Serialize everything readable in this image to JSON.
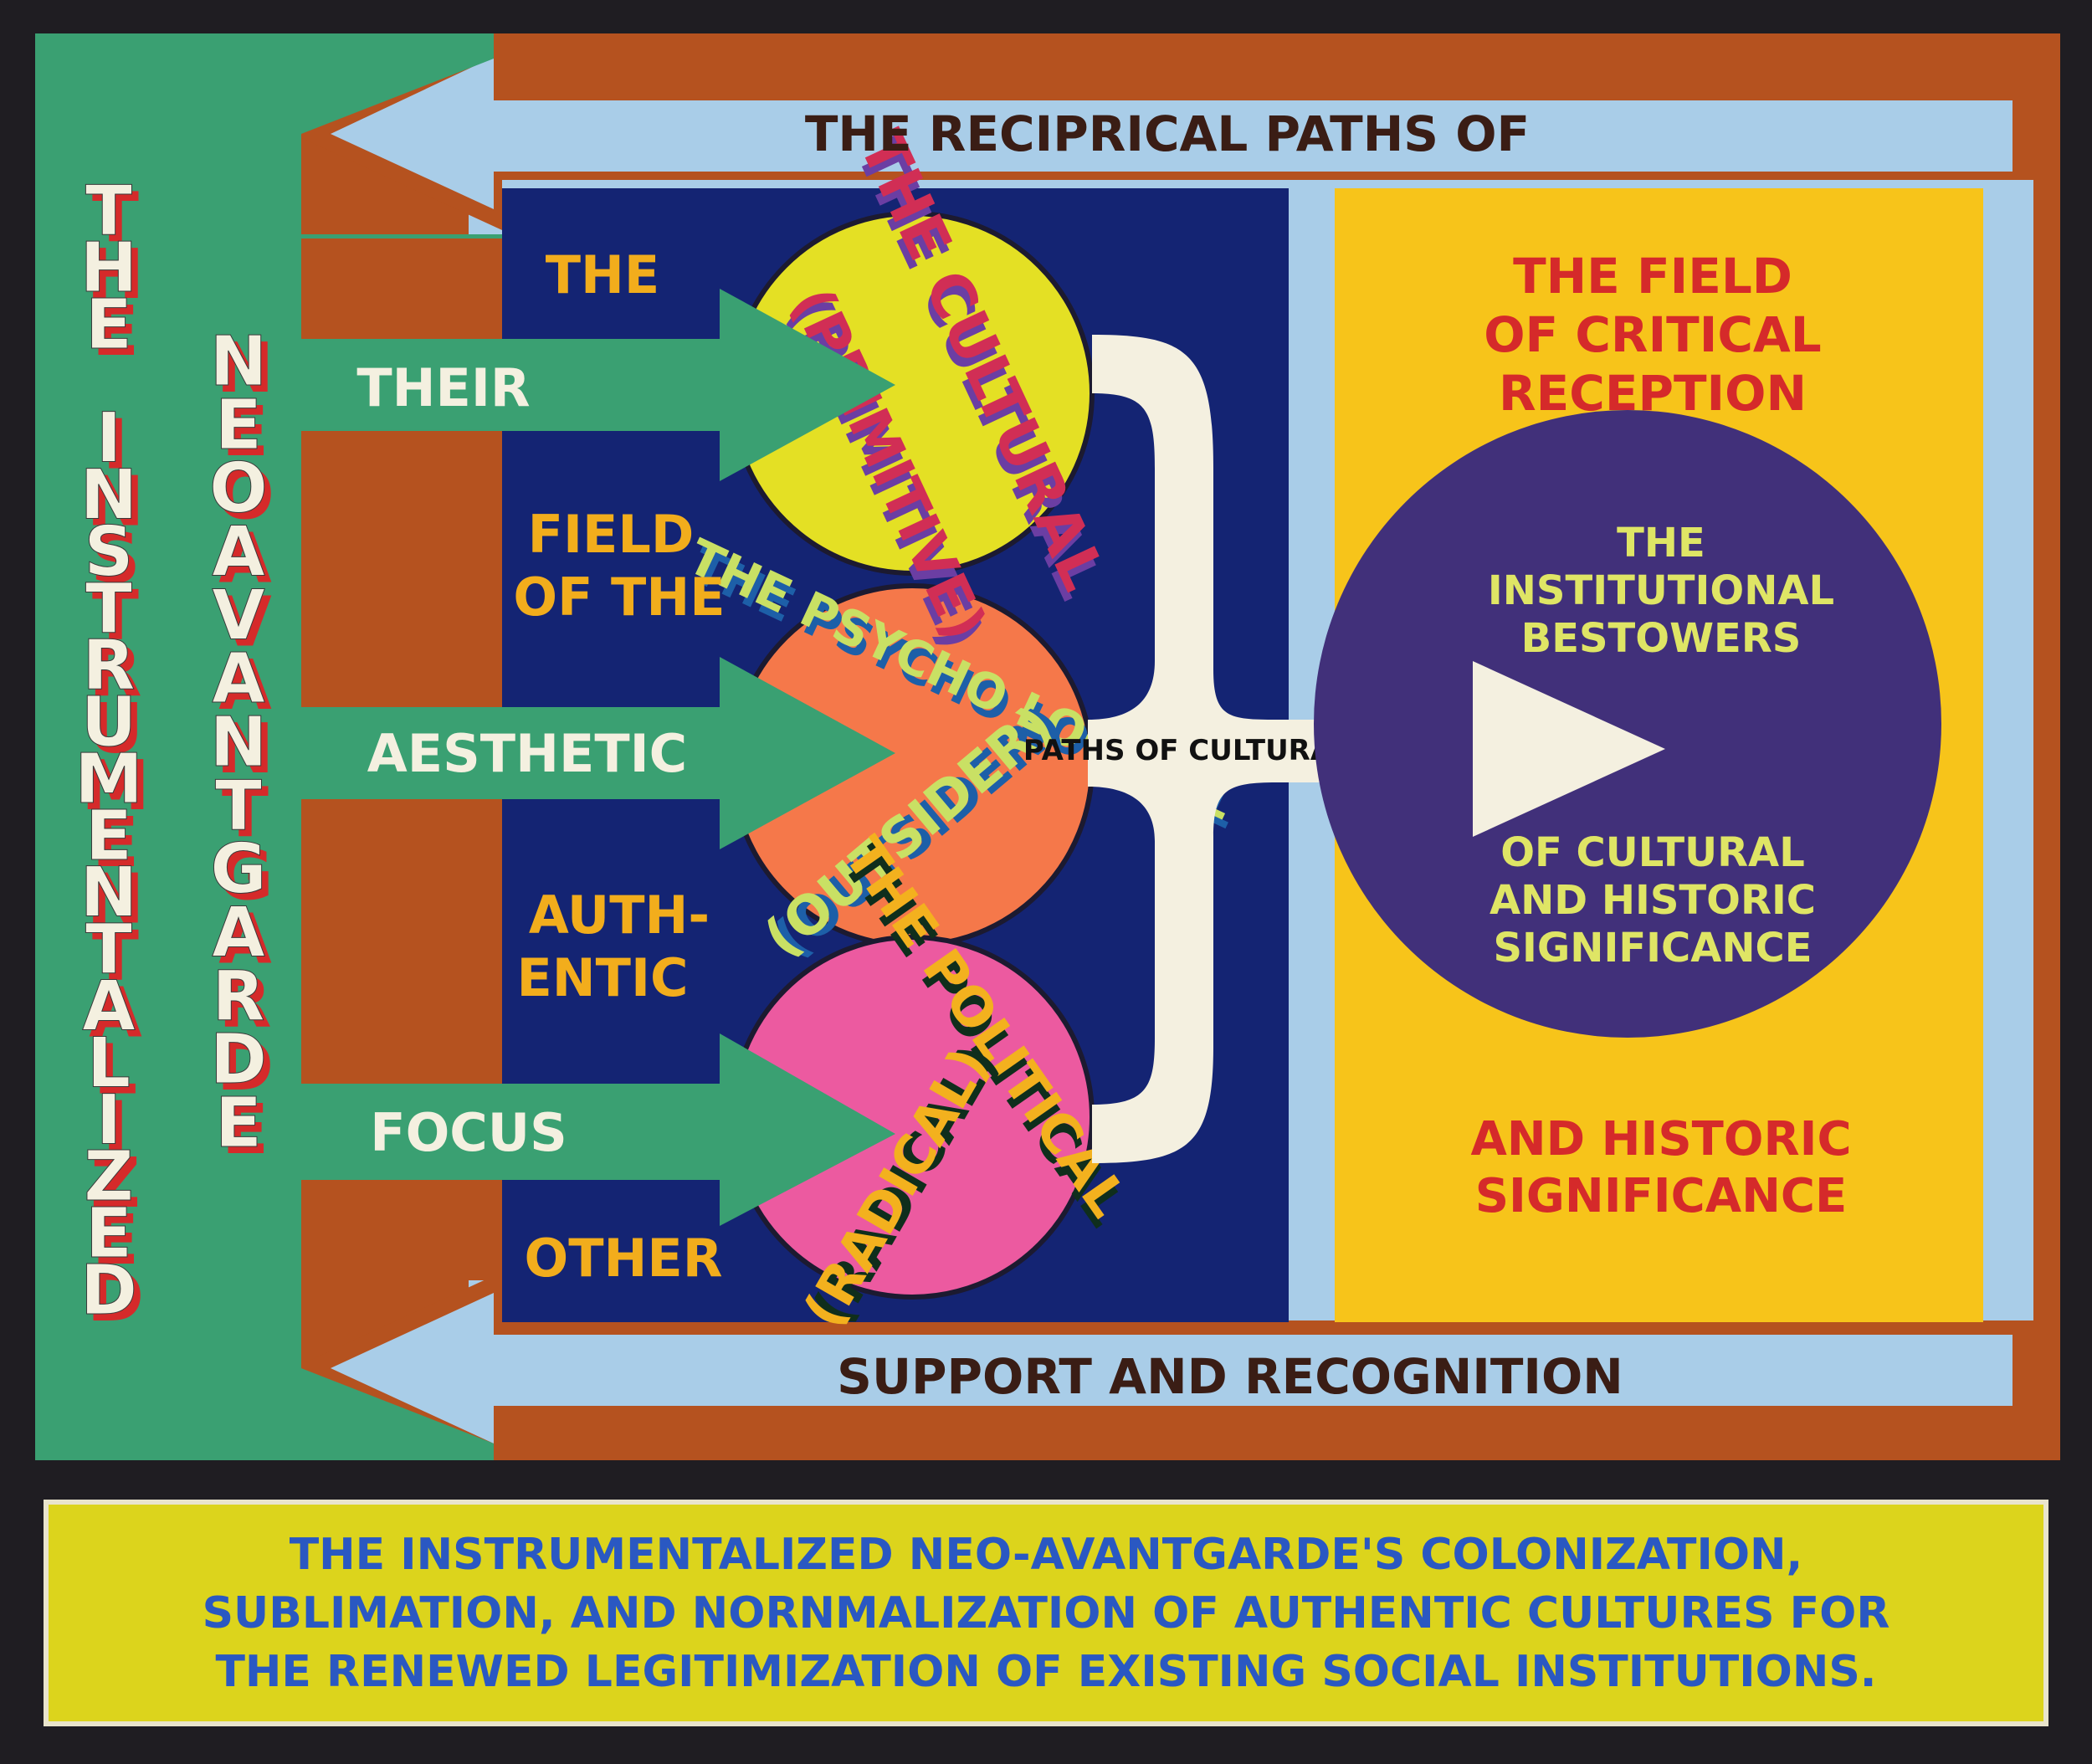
{
  "painting": {
    "left_vertical": {
      "outer": "THE INSTRUMENTALIZED",
      "inner": "NEOAVANTGARDE"
    },
    "top_banner": "THE RECIPRICAL PATHS OF",
    "bottom_banner": "SUPPORT AND RECOGNITION",
    "arrow_labels": [
      "THEIR",
      "AESTHETIC",
      "FOCUS"
    ],
    "column_text": {
      "line1": "THE",
      "line2a": "FIELD",
      "line2b": "OF THE",
      "line3a": "AUTH-",
      "line3b": "ENTIC",
      "line4": "OTHER"
    },
    "circles": [
      {
        "top": "THE CULTURAL",
        "bottom": "(PRIMITIVE)",
        "fill": "#e4e024",
        "text_color": "#d12e55",
        "shadow": "#6b3ea3"
      },
      {
        "top": "THE PSYCHO LOGICAL",
        "bottom": "(OUTSIDER)",
        "fill": "#f5784a",
        "text_color": "#c9e064",
        "shadow": "#1d5fa8"
      },
      {
        "top": "THE POLITICAL",
        "bottom": "(RADICAL)",
        "fill": "#ec5aa0",
        "text_color": "#f3b11e",
        "shadow": "#0f2e1c"
      }
    ],
    "merge_arrow_label": "PATHS OF CULTURAL ASSIMILATION",
    "right_panel": {
      "title": [
        "THE FIELD",
        "OF CRITICAL",
        "RECEPTION"
      ],
      "circle_top": [
        "THE",
        "INSTITUTIONAL",
        "BESTOWERS"
      ],
      "circle_bottom": [
        "OF CULTURAL",
        "AND HISTORIC",
        "SIGNIFICANCE"
      ],
      "footer": [
        "AND HISTORIC",
        "SIGNIFICANCE"
      ]
    },
    "caption": [
      "THE INSTRUMENTALIZED NEO-AVANTGARDE'S COLONIZATION,",
      "SUBLIMATION, AND NORNMALIZATION OF AUTHENTIC CULTURES FOR",
      "THE RENEWED LEGITIMIZATION OF EXISTING SOCIAL INSTITUTIONS."
    ],
    "colors": {
      "frame": "#1f1d22",
      "green": "#3aa072",
      "rust": "#b5521f",
      "light_blue": "#a9cde8",
      "navy": "#142473",
      "yellow_panel": "#f7c41a",
      "purple_circle": "#41307a",
      "caption_bg": "#dcd41c",
      "caption_text": "#2a58c2",
      "cream": "#f4f0e0",
      "red_text": "#d52a2a",
      "orange_text": "#f2ad1c",
      "lime_text": "#dfe565",
      "dark_text": "#3a1d15"
    }
  }
}
